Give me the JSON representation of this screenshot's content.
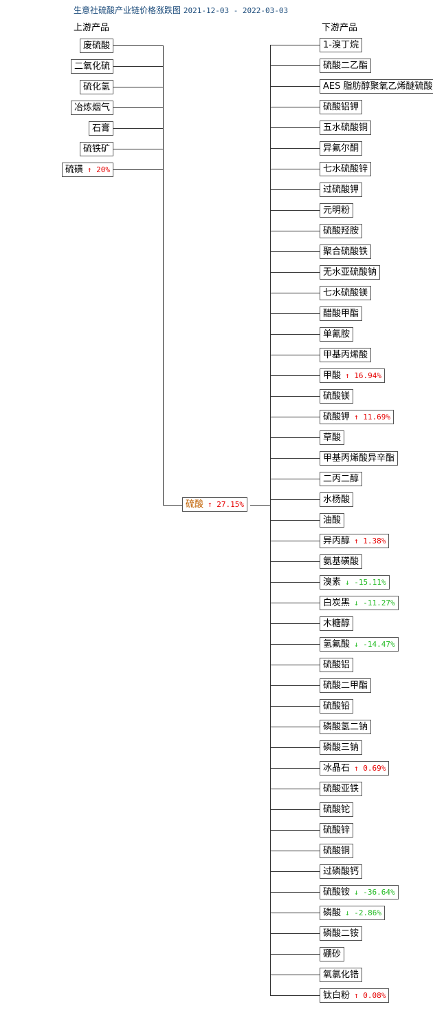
{
  "title": "生意社硫酸产业链价格涨跌图",
  "date_range": "2021-12-03 - 2022-03-03",
  "upstream_heading": "上游产品",
  "downstream_heading": "下游产品",
  "center": {
    "name": "硫酸",
    "change": "27.15%",
    "direction": "up"
  },
  "upstream": [
    {
      "name": "废硫酸"
    },
    {
      "name": "二氧化硫"
    },
    {
      "name": "硫化氢"
    },
    {
      "name": "冶炼烟气"
    },
    {
      "name": "石膏"
    },
    {
      "name": "硫铁矿"
    },
    {
      "name": "硫磺",
      "change": "20%",
      "direction": "up"
    }
  ],
  "downstream": [
    {
      "name": "1-溴丁烷"
    },
    {
      "name": "硫酸二乙酯"
    },
    {
      "name": "AES 脂肪醇聚氧乙烯醚硫酸"
    },
    {
      "name": "硫酸铝钾"
    },
    {
      "name": "五水硫酸铜"
    },
    {
      "name": "异氟尔酮"
    },
    {
      "name": "七水硫酸锌"
    },
    {
      "name": "过硫酸钾"
    },
    {
      "name": "元明粉"
    },
    {
      "name": "硫酸羟胺"
    },
    {
      "name": "聚合硫酸铁"
    },
    {
      "name": "无水亚硫酸钠"
    },
    {
      "name": "七水硫酸镁"
    },
    {
      "name": "醋酸甲酯"
    },
    {
      "name": "单氰胺"
    },
    {
      "name": "甲基丙烯酸"
    },
    {
      "name": "甲酸",
      "change": "16.94%",
      "direction": "up"
    },
    {
      "name": "硫酸镁"
    },
    {
      "name": "硫酸钾",
      "change": "11.69%",
      "direction": "up"
    },
    {
      "name": "草酸"
    },
    {
      "name": "甲基丙烯酸异辛酯"
    },
    {
      "name": "二丙二醇"
    },
    {
      "name": "水杨酸"
    },
    {
      "name": "油酸"
    },
    {
      "name": "异丙醇",
      "change": "1.38%",
      "direction": "up"
    },
    {
      "name": "氨基磺酸"
    },
    {
      "name": "溴素",
      "change": "-15.11%",
      "direction": "down"
    },
    {
      "name": "白炭黑",
      "change": "-11.27%",
      "direction": "down"
    },
    {
      "name": "木糖醇"
    },
    {
      "name": "氢氟酸",
      "change": "-14.47%",
      "direction": "down"
    },
    {
      "name": "硫酸铝"
    },
    {
      "name": "硫酸二甲酯"
    },
    {
      "name": "硫酸铅"
    },
    {
      "name": "磷酸氢二钠"
    },
    {
      "name": "磷酸三钠"
    },
    {
      "name": "冰晶石",
      "change": "0.69%",
      "direction": "up"
    },
    {
      "name": "硫酸亚铁"
    },
    {
      "name": "硫酸铊"
    },
    {
      "name": "硫酸锌"
    },
    {
      "name": "硫酸铜"
    },
    {
      "name": "过磷酸钙"
    },
    {
      "name": "硫酸铵",
      "change": "-36.64%",
      "direction": "down"
    },
    {
      "name": "磷酸",
      "change": "-2.86%",
      "direction": "down"
    },
    {
      "name": "磷酸二铵"
    },
    {
      "name": "硼砂"
    },
    {
      "name": "氧氯化锆"
    },
    {
      "name": "钛白粉",
      "change": "0.08%",
      "direction": "up"
    }
  ]
}
